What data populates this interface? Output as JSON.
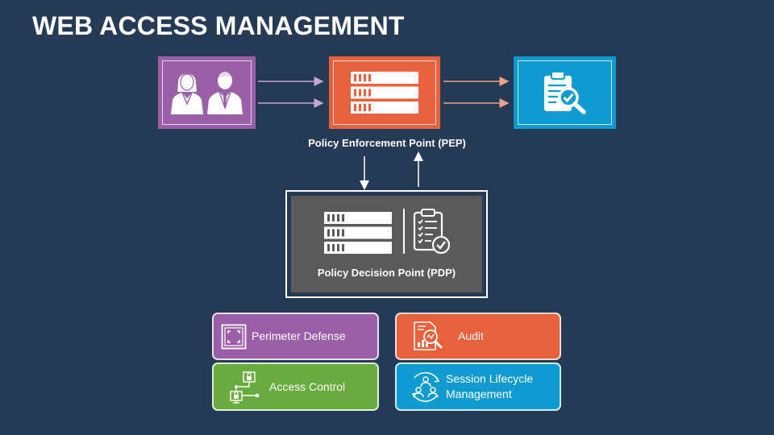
{
  "title": "WEB ACCESS MANAGEMENT",
  "pep": {
    "label": "Policy Enforcement Point (PEP)"
  },
  "pdp": {
    "label": "Policy Decision Point (PDP)"
  },
  "features": {
    "perimeter": "Perimeter Defense",
    "audit": "Audit",
    "access": "Access Control",
    "session_line1": "Session Lifecycle",
    "session_line2": "Management"
  },
  "colors": {
    "background": "#253a55",
    "purple": "#9b5fa8",
    "orange": "#e8603c",
    "blue": "#0f9bd0",
    "green": "#6aab3f",
    "gray": "#5a5a5a"
  },
  "icons": {
    "users": "users-icon",
    "pep": "server-icon",
    "resource": "clipboard-check-magnifier-icon",
    "pdp_server": "server-icon",
    "pdp_checklist": "checklist-icon",
    "perimeter": "perimeter-icon",
    "audit": "audit-report-icon",
    "access": "network-lock-icon",
    "session": "user-cycle-icon"
  }
}
